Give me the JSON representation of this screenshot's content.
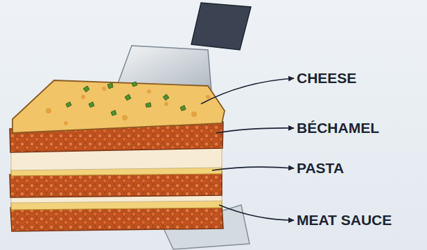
{
  "diagram": {
    "labels": [
      "CHEESE",
      "BÉCHAMEL",
      "PASTA",
      "MEAT SAUCE"
    ]
  }
}
